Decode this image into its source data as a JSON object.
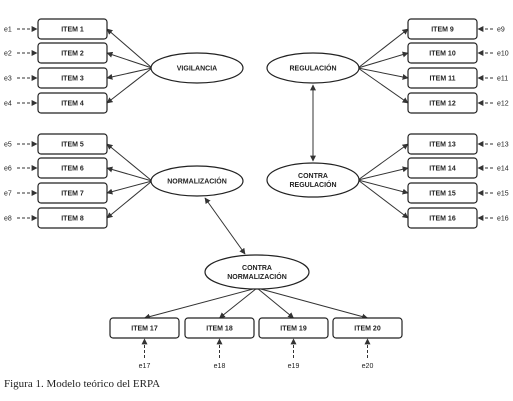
{
  "items": {
    "i1": "ITEM 1",
    "i2": "ITEM 2",
    "i3": "ITEM 3",
    "i4": "ITEM 4",
    "i5": "ITEM 5",
    "i6": "ITEM 6",
    "i7": "ITEM 7",
    "i8": "ITEM 8",
    "i9": "ITEM 9",
    "i10": "ITEM 10",
    "i11": "ITEM 11",
    "i12": "ITEM 12",
    "i13": "ITEM 13",
    "i14": "ITEM 14",
    "i15": "ITEM 15",
    "i16": "ITEM 16",
    "i17": "ITEM 17",
    "i18": "ITEM 18",
    "i19": "ITEM 19",
    "i20": "ITEM 20"
  },
  "errors": {
    "e1": "e1",
    "e2": "e2",
    "e3": "e3",
    "e4": "e4",
    "e5": "e5",
    "e6": "e6",
    "e7": "e7",
    "e8": "e8",
    "e9": "e9",
    "e10": "e10",
    "e11": "e11",
    "e12": "e12",
    "e13": "e13",
    "e14": "e14",
    "e15": "e15",
    "e16": "e16",
    "e17": "e17",
    "e18": "e18",
    "e19": "e19",
    "e20": "e20"
  },
  "factors": {
    "vigilancia": "VIGILANCIA",
    "regulacion": "REGULACIÓN",
    "normalizacion": "NORMALIZACIÓN",
    "contra_regulacion_1": "CONTRA",
    "contra_regulacion_2": "REGULACIÓN",
    "contra_normalizacion_1": "CONTRA",
    "contra_normalizacion_2": "NORMALIZACIÓN"
  },
  "caption": "Figura 1. Modelo teórico del ERPA"
}
